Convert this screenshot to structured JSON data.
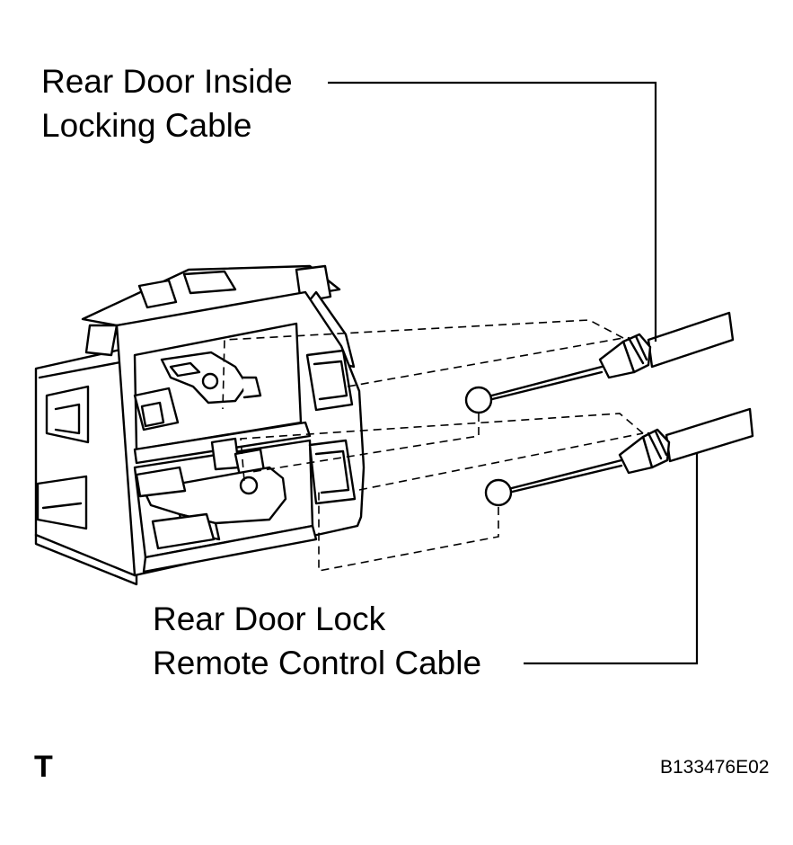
{
  "labels": {
    "inside_locking_cable": {
      "line1": "Rear Door Inside",
      "line2": "Locking Cable"
    },
    "remote_control_cable": {
      "line1": "Rear Door Lock",
      "line2": "Remote Control Cable"
    }
  },
  "corner_mark": "T",
  "figure_code": "B133476E02",
  "colors": {
    "ink": "#000000",
    "paper": "#ffffff"
  }
}
